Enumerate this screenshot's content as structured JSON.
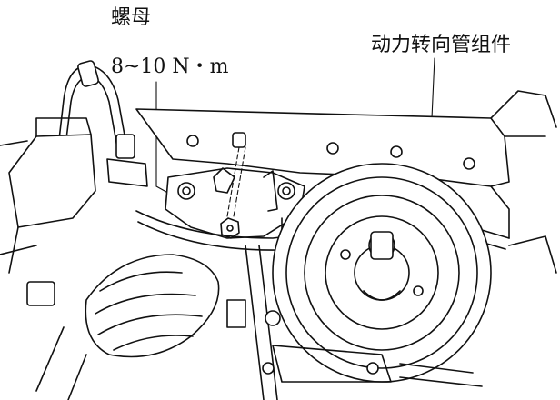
{
  "labels": {
    "nut": "螺母",
    "torque": "8~10 N・m",
    "power_steering_pipe": "动力转向管组件"
  }
}
